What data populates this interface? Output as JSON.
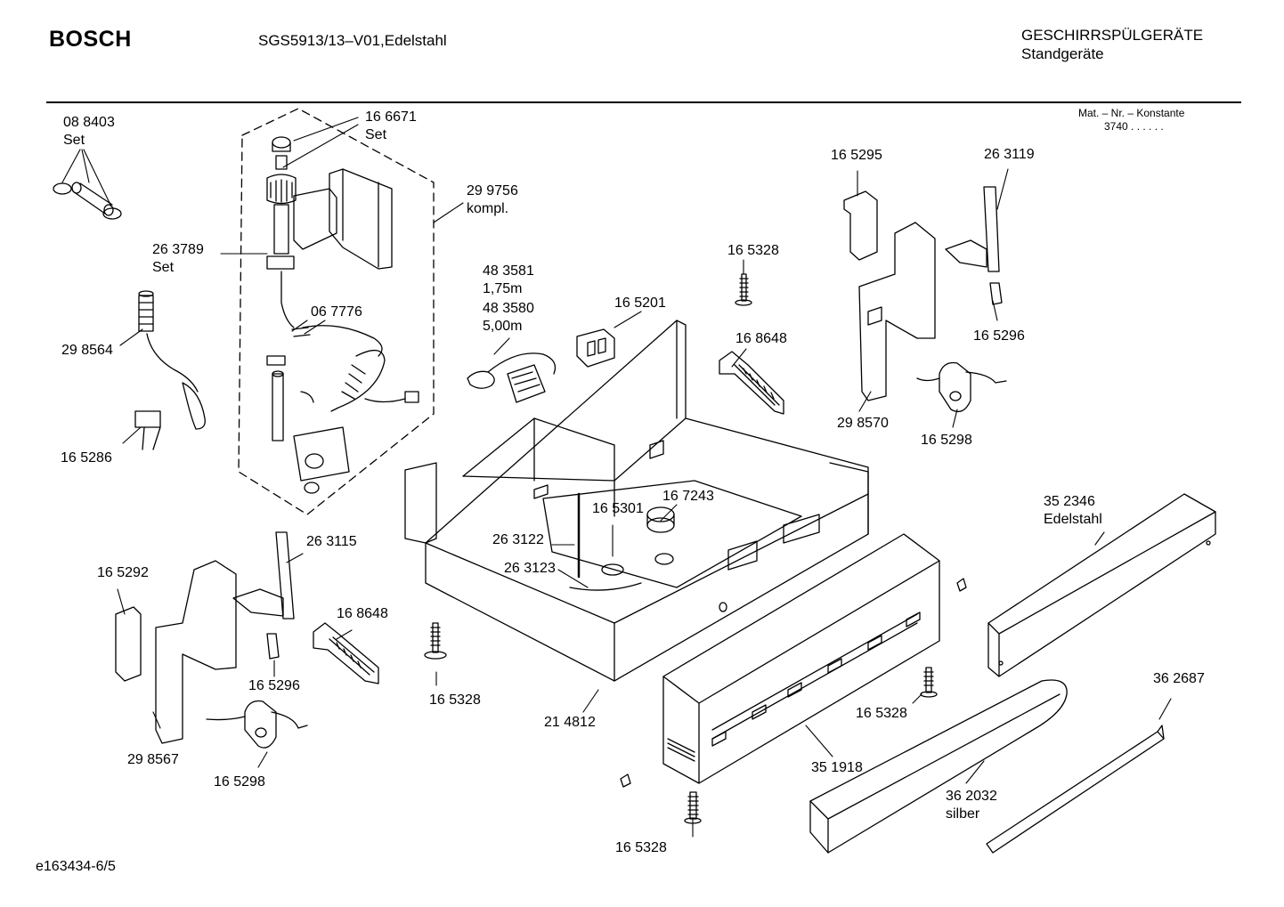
{
  "header": {
    "brand": "BOSCH",
    "model": "SGS5913/13–V01,Edelstahl",
    "category_line1": "GESCHIRRSPÜLGERÄTE",
    "category_line2": "Standgeräte",
    "mat_label": "Mat. – Nr. – Konstante",
    "mat_value": "3740  .  .  .  .  .  ."
  },
  "footer": {
    "doc_id": "e163434-6/5"
  },
  "parts": [
    {
      "id": "p088403",
      "number": "08 8403",
      "note": "Set"
    },
    {
      "id": "p166671",
      "number": "16 6671",
      "note": "Set"
    },
    {
      "id": "p299756",
      "number": "29 9756",
      "note": "kompl."
    },
    {
      "id": "p263789",
      "number": "26 3789",
      "note": "Set"
    },
    {
      "id": "p298564",
      "number": "29 8564",
      "note": ""
    },
    {
      "id": "p067776",
      "number": "06 7776",
      "note": ""
    },
    {
      "id": "p165286",
      "number": "16 5286",
      "note": ""
    },
    {
      "id": "p483581",
      "number": "48 3581",
      "note": "1,75m"
    },
    {
      "id": "p483580",
      "number": "48 3580",
      "note": "5,00m"
    },
    {
      "id": "p165201",
      "number": "16 5201",
      "note": ""
    },
    {
      "id": "p165328a",
      "number": "16 5328",
      "note": ""
    },
    {
      "id": "p168648a",
      "number": "16 8648",
      "note": ""
    },
    {
      "id": "p165295",
      "number": "16 5295",
      "note": ""
    },
    {
      "id": "p263119",
      "number": "26 3119",
      "note": ""
    },
    {
      "id": "p165296a",
      "number": "16 5296",
      "note": ""
    },
    {
      "id": "p298570",
      "number": "29 8570",
      "note": ""
    },
    {
      "id": "p165298a",
      "number": "16 5298",
      "note": ""
    },
    {
      "id": "p167243",
      "number": "16 7243",
      "note": ""
    },
    {
      "id": "p165301",
      "number": "16 5301",
      "note": ""
    },
    {
      "id": "p263122",
      "number": "26 3122",
      "note": ""
    },
    {
      "id": "p263123",
      "number": "26 3123",
      "note": ""
    },
    {
      "id": "p263115",
      "number": "26 3115",
      "note": ""
    },
    {
      "id": "p165292",
      "number": "16 5292",
      "note": ""
    },
    {
      "id": "p168648b",
      "number": "16 8648",
      "note": ""
    },
    {
      "id": "p165296b",
      "number": "16 5296",
      "note": ""
    },
    {
      "id": "p298567",
      "number": "29 8567",
      "note": ""
    },
    {
      "id": "p165298b",
      "number": "16 5298",
      "note": ""
    },
    {
      "id": "p165328b",
      "number": "16 5328",
      "note": ""
    },
    {
      "id": "p214812",
      "number": "21 4812",
      "note": ""
    },
    {
      "id": "p352346",
      "number": "35 2346",
      "note": "Edelstahl"
    },
    {
      "id": "p165328c",
      "number": "16 5328",
      "note": ""
    },
    {
      "id": "p351918",
      "number": "35 1918",
      "note": ""
    },
    {
      "id": "p362687",
      "number": "36 2687",
      "note": ""
    },
    {
      "id": "p362032",
      "number": "36 2032",
      "note": "silber"
    },
    {
      "id": "p165328d",
      "number": "16 5328",
      "note": ""
    }
  ]
}
